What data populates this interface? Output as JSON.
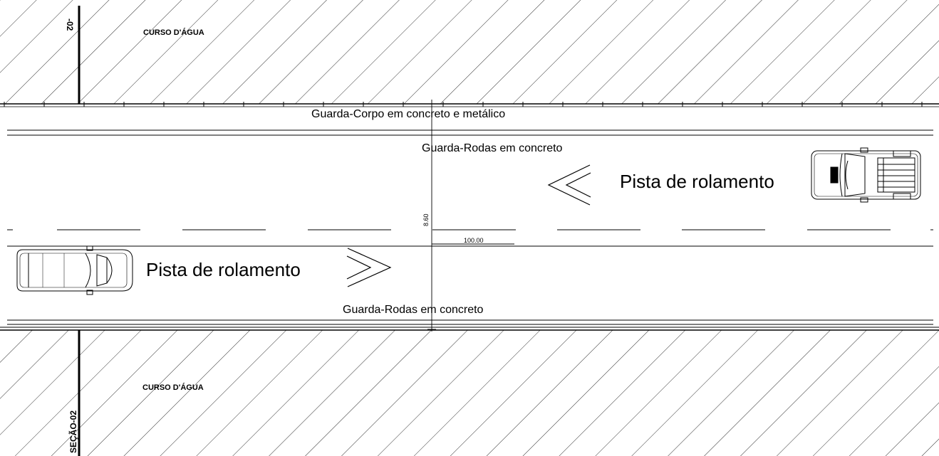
{
  "labels": {
    "water_top": "CURSO D'ÁGUA",
    "water_bottom": "CURSO D'ÁGUA",
    "railing": "Guarda-Corpo em concreto e metálico",
    "curb_top": "Guarda-Rodas em concreto",
    "curb_bottom": "Guarda-Rodas em concreto",
    "lane_top": "Pista de rolamento",
    "lane_bottom": "Pista de rolamento",
    "section_top": "-02",
    "section_bottom": "SEÇÃO-02"
  },
  "dimensions": {
    "width_label": "8.60",
    "length_label": "100.00"
  },
  "vehicles": [
    {
      "type": "pickup-truck",
      "direction": "left"
    },
    {
      "type": "suv",
      "direction": "right"
    }
  ]
}
